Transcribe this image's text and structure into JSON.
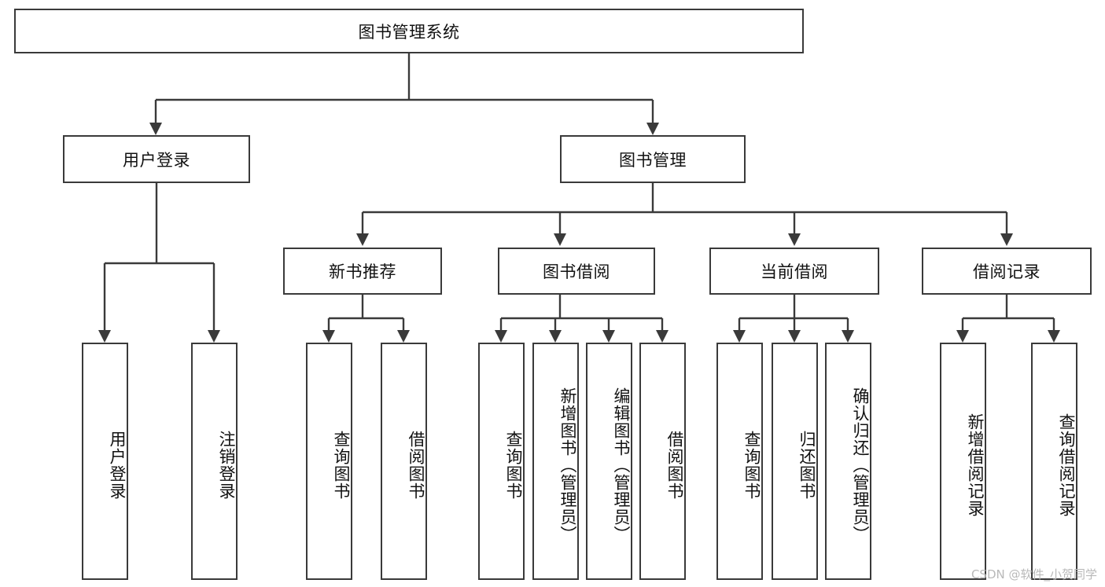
{
  "diagram": {
    "title": "图书管理系统",
    "type": "tree",
    "watermark": "CSDN @软件_小贺同学",
    "colors": {
      "stroke": "#3a3a3a",
      "box_fill": "#ffffff",
      "text": "#111111",
      "watermark": "#b9b9b9",
      "background": "#ffffff"
    },
    "levels": {
      "root": {
        "label": "图书管理系统"
      },
      "level2": [
        {
          "label": "用户登录"
        },
        {
          "label": "图书管理"
        }
      ],
      "level3": [
        {
          "label": "新书推荐"
        },
        {
          "label": "图书借阅"
        },
        {
          "label": "当前借阅"
        },
        {
          "label": "借阅记录"
        }
      ],
      "leaves": {
        "user_login": [
          {
            "label": "用户登录"
          },
          {
            "label": "注销登录"
          }
        ],
        "new_book_recommend": [
          {
            "label": "查询图书"
          },
          {
            "label": "借阅图书"
          }
        ],
        "book_borrow": [
          {
            "label": "查询图书"
          },
          {
            "label": "新增图书（管理员）"
          },
          {
            "label": "编辑图书（管理员）"
          },
          {
            "label": "借阅图书"
          }
        ],
        "current_borrow": [
          {
            "label": "查询图书"
          },
          {
            "label": "归还图书"
          },
          {
            "label": "确认归还（管理员）"
          }
        ],
        "borrow_record": [
          {
            "label": "新增借阅记录"
          },
          {
            "label": "查询借阅记录"
          }
        ]
      }
    }
  }
}
